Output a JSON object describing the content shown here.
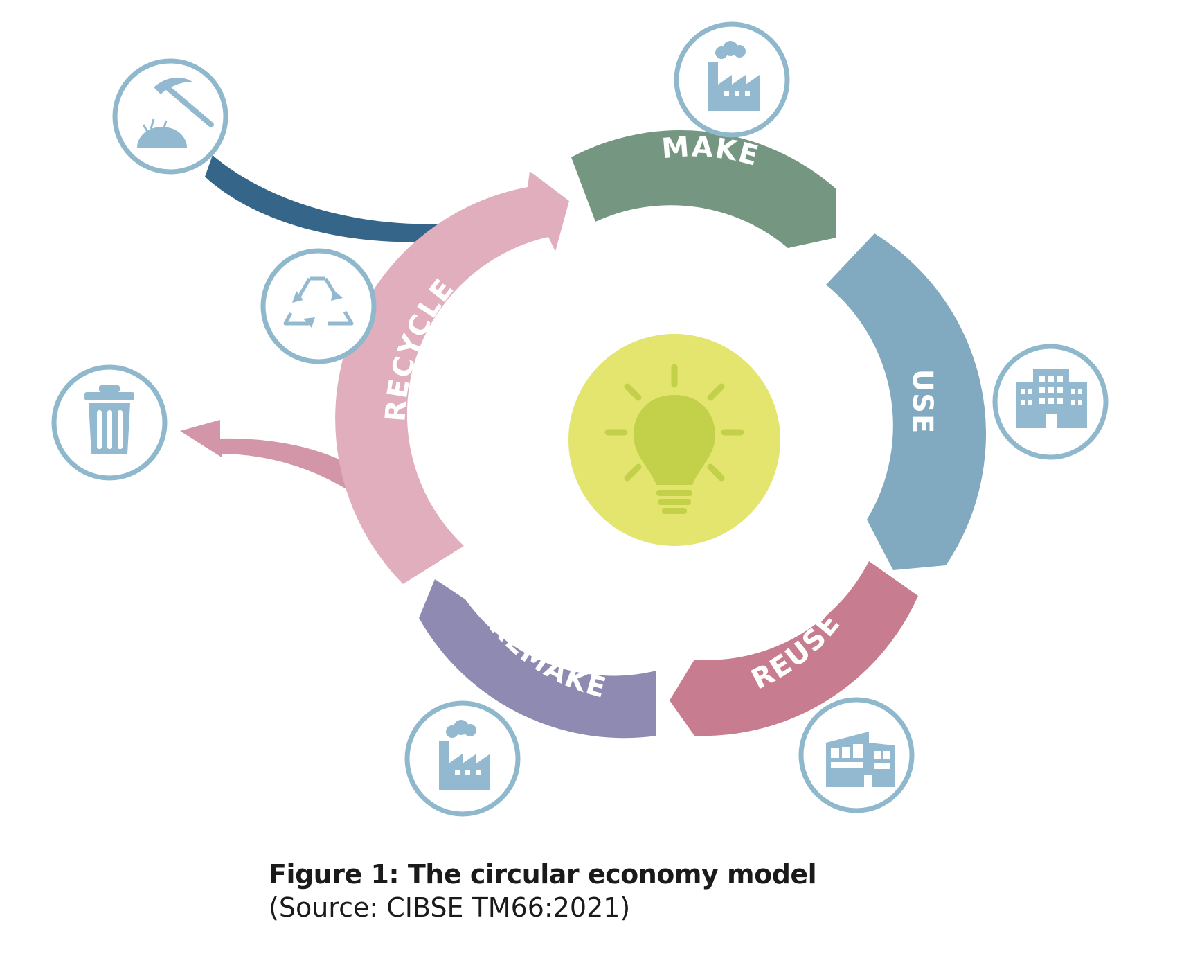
{
  "stages": [
    {
      "id": "make",
      "label": "MAKE",
      "color": "#759680"
    },
    {
      "id": "use",
      "label": "USE",
      "color": "#81a9bf"
    },
    {
      "id": "reuse",
      "label": "REUSE",
      "color": "#c87c90"
    },
    {
      "id": "remake",
      "label": "REMAKE",
      "color": "#8e8ab2"
    },
    {
      "id": "recycle",
      "label": "RECYCLE",
      "color": "#e0aebd"
    }
  ],
  "inflow_arrow_color": "#356589",
  "outflow_arrow_color": "#d396a9",
  "icon_ring_color": "#8fb8cc",
  "icon_fill_color": "#93b9d0",
  "bulb_circle_color": "#e3e56e",
  "bulb_color": "#c2d04a",
  "icons": [
    {
      "name": "mining-pickaxe-icon"
    },
    {
      "name": "factory-icon"
    },
    {
      "name": "recycle-icon"
    },
    {
      "name": "office-building-icon"
    },
    {
      "name": "trash-bin-icon"
    },
    {
      "name": "factory-icon"
    },
    {
      "name": "modern-building-icon"
    },
    {
      "name": "lightbulb-icon"
    }
  ],
  "caption": {
    "title": "Figure 1: The circular economy model",
    "source": "(Source: CIBSE TM66:2021)"
  }
}
